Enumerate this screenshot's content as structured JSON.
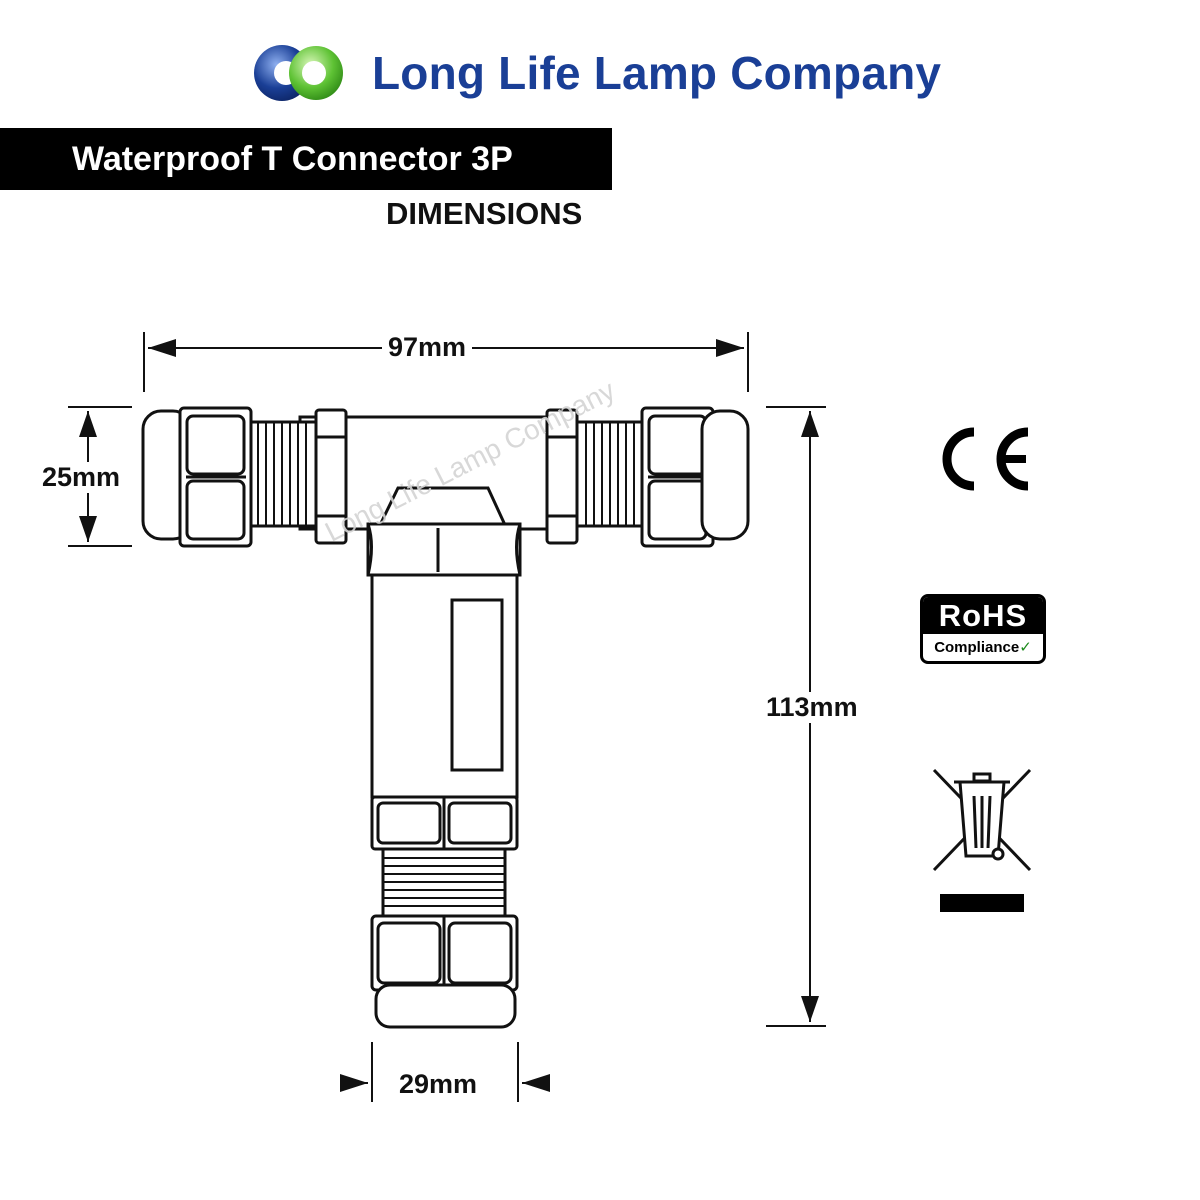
{
  "brand": {
    "name": "Long Life Lamp Company",
    "color": "#1a3f96",
    "logo_colors": [
      "#1a3f96",
      "#5ec234"
    ]
  },
  "product": {
    "title": "Waterproof T Connector 3P",
    "subtitle": "DIMENSIONS"
  },
  "dimensions": {
    "width": "97mm",
    "height": "113mm",
    "head_diameter": "25mm",
    "stem_diameter": "29mm"
  },
  "watermark": "Long Life Lamp Company",
  "certifications": {
    "ce_icon": "ce-mark-icon",
    "rohs_top": "RoHS",
    "rohs_bottom": "Compliance",
    "rohs_check": "✓",
    "weee_icon": "crossed-out-bin-icon"
  }
}
